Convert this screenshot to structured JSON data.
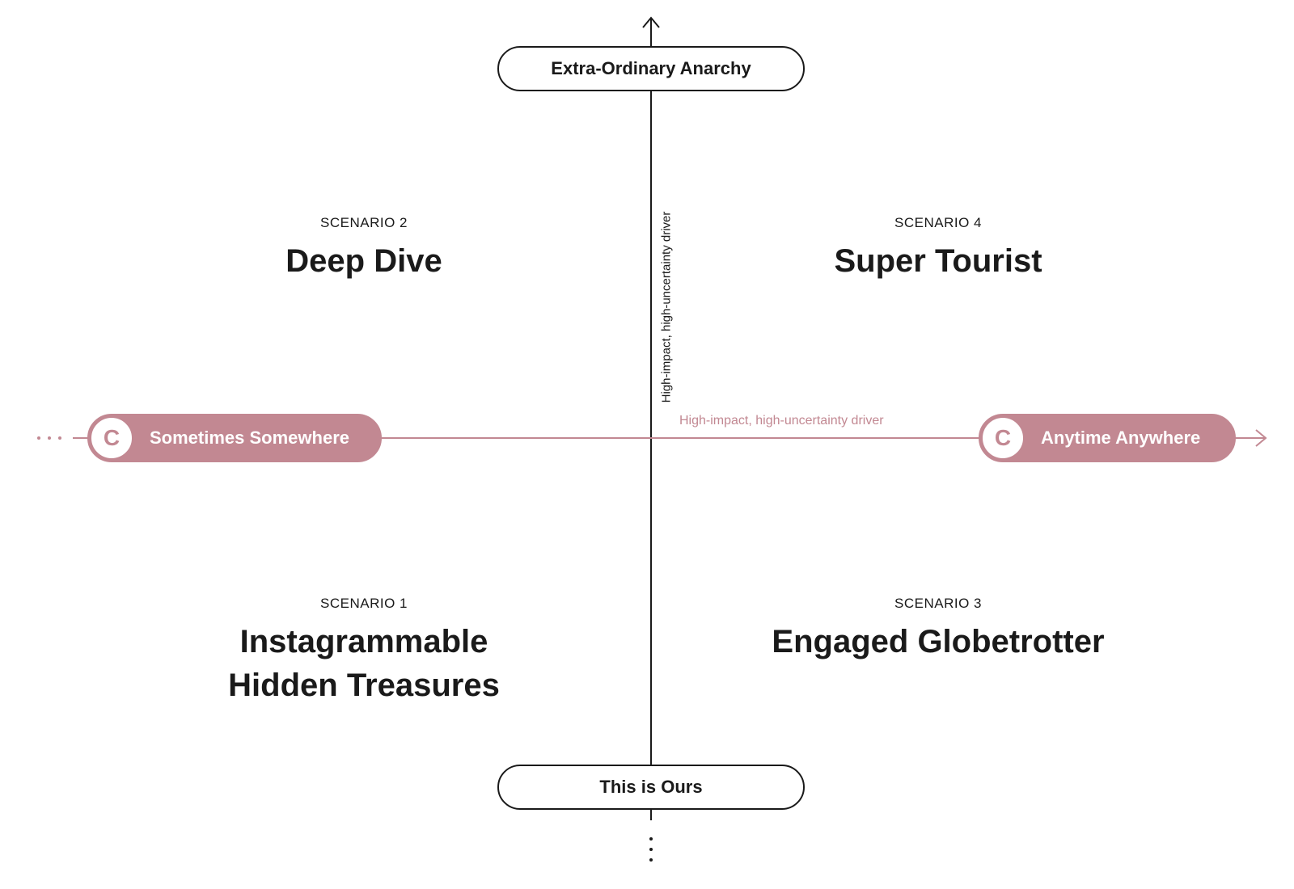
{
  "colors": {
    "axis_vertical": "#1a1a1a",
    "axis_horizontal": "#c28892",
    "pill_fill": "#c28892"
  },
  "vertical_axis": {
    "top_label": "Extra-Ordinary Anarchy",
    "bottom_label": "This is Ours",
    "driver_label": "High-impact, high-uncertainty driver"
  },
  "horizontal_axis": {
    "left_label": "Sometimes Somewhere",
    "right_label": "Anytime Anywhere",
    "left_icon_letter": "C",
    "right_icon_letter": "C",
    "driver_label": "High-impact, high-uncertainty driver"
  },
  "scenarios": [
    {
      "number": "SCENARIO 1",
      "title": "Instagrammable Hidden Treasures"
    },
    {
      "number": "SCENARIO 2",
      "title": "Deep Dive"
    },
    {
      "number": "SCENARIO 3",
      "title": "Engaged Globetrotter"
    },
    {
      "number": "SCENARIO 4",
      "title": "Super Tourist"
    }
  ]
}
